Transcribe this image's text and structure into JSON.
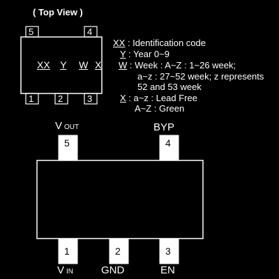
{
  "title": "( Top View )",
  "colors": {
    "background": "#000000",
    "foreground": "#ffffff",
    "pin_fill": "#ffffff",
    "pin_stroke": "#000000"
  },
  "marking": {
    "code_xx": "XX",
    "code_y": "Y",
    "code_w": "W",
    "code_x": "X",
    "top_pins": [
      "5",
      "4"
    ],
    "bottom_pins": [
      "1",
      "2",
      "3"
    ]
  },
  "legend": [
    {
      "key": "XX",
      "text": " : Identification code"
    },
    {
      "key": "Y",
      "text": " : Year 0~9"
    },
    {
      "key": "W",
      "text": " : Week : A~Z : 1~26 week;"
    },
    {
      "key": "",
      "text": "a~z : 27~52 week; z represents"
    },
    {
      "key": "",
      "text": "52 and 53 week"
    },
    {
      "key": "X",
      "text": " : a~z : Lead Free"
    },
    {
      "key": "",
      "text": "A~Z : Green"
    }
  ],
  "package": {
    "top_pins": [
      {
        "number": "5",
        "label": "V",
        "label_sub": "OUT"
      },
      {
        "number": "4",
        "label": "BYP",
        "label_sub": ""
      }
    ],
    "bottom_pins": [
      {
        "number": "1",
        "label": "V",
        "label_sub": "IN"
      },
      {
        "number": "2",
        "label": "GND",
        "label_sub": ""
      },
      {
        "number": "3",
        "label": "EN",
        "label_sub": ""
      }
    ]
  }
}
